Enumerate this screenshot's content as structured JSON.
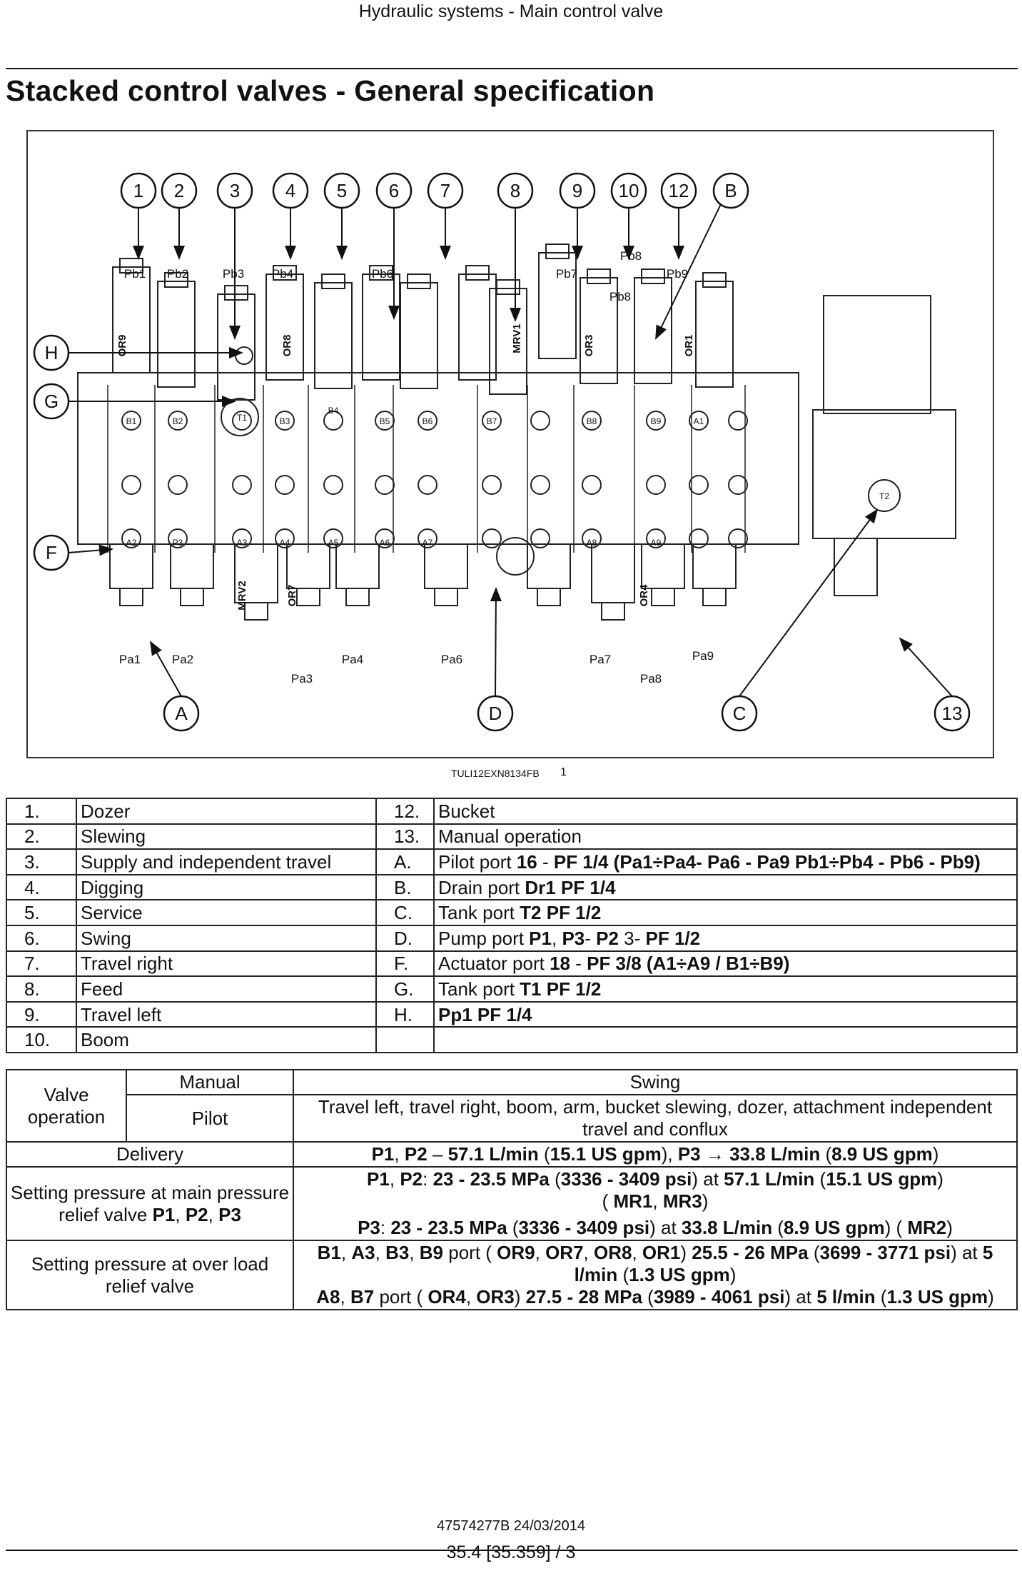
{
  "header": {
    "section": "Hydraulic systems - Main control valve"
  },
  "title": "Stacked control valves - General specification",
  "figure": {
    "ref_code": "TULI12EXN8134FB",
    "number": "1",
    "callouts_top": [
      "1",
      "2",
      "3",
      "4",
      "5",
      "6",
      "7",
      "8",
      "9",
      "10",
      "12",
      "B"
    ],
    "callouts_left": [
      "H",
      "G",
      "F"
    ],
    "callouts_bottom": [
      "A",
      "D",
      "C",
      "13"
    ],
    "port_labels_top": [
      "Pb1",
      "Pb2",
      "Pb3",
      "Pb4",
      "Pb6",
      "Pb7",
      "Pb8",
      "Pb8",
      "Pb9"
    ],
    "port_labels_bottom": [
      "Pa1",
      "Pa2",
      "Pa3",
      "Pa4",
      "Pa6",
      "Pa7",
      "Pa8",
      "Pa9"
    ],
    "valve_marks": [
      "OR9",
      "OR8",
      "OR3",
      "OR1",
      "OR7",
      "OR4",
      "MRV2",
      "MRV1"
    ],
    "port_marks": [
      "B1",
      "B2",
      "T1",
      "B3",
      "B4",
      "B5",
      "B6",
      "B7",
      "B8",
      "B9",
      "A1",
      "A2",
      "P3",
      "A3",
      "A4",
      "A5",
      "A6",
      "A7",
      "A8",
      "A9",
      "T2"
    ]
  },
  "legend": {
    "rows": [
      {
        "n1": "1.",
        "l1": "Dozer",
        "n2": "12.",
        "l2": "Bucket"
      },
      {
        "n1": "2.",
        "l1": "Slewing",
        "n2": "13.",
        "l2": "Manual operation"
      },
      {
        "n1": "3.",
        "l1": "Supply and independent travel",
        "n2": "A.",
        "l2_pre": "Pilot port ",
        "l2_b1": "16",
        "l2_mid": " - ",
        "l2_b2": "PF 1/4 (Pa1÷Pa4- Pa6 - Pa9 Pb1÷Pb4 - Pb6 - Pb9)"
      },
      {
        "n1": "4.",
        "l1": "Digging",
        "n2": "B.",
        "l2_pre": "Drain port ",
        "l2_b1": "Dr1 PF 1/4"
      },
      {
        "n1": "5.",
        "l1": "Service",
        "n2": "C.",
        "l2_pre": "Tank port ",
        "l2_b1": "T2 PF 1/2"
      },
      {
        "n1": "6.",
        "l1": "Swing",
        "n2": "D.",
        "l2_pre": "Pump port ",
        "l2_b1": "P1",
        "l2_mid": ", ",
        "l2_b2": "P3",
        "l2_mid2": "- ",
        "l2_b3": "P2",
        "l2_post": " 3- ",
        "l2_b4": "PF 1/2"
      },
      {
        "n1": "7.",
        "l1": "Travel right",
        "n2": "F.",
        "l2_pre": "Actuator port ",
        "l2_b1": "18",
        "l2_mid": " - ",
        "l2_b2": "PF 3/8 (A1÷A9 / B1÷B9)"
      },
      {
        "n1": "8.",
        "l1": "Feed",
        "n2": "G.",
        "l2_pre": "Tank port ",
        "l2_b1": "T1 PF 1/2"
      },
      {
        "n1": "9.",
        "l1": "Travel left",
        "n2": "H.",
        "l2_b1": "Pp1 PF 1/4"
      },
      {
        "n1": "10.",
        "l1": "Boom",
        "n2": "",
        "l2": ""
      }
    ]
  },
  "spec": {
    "valve_operation": "Valve operation",
    "manual": "Manual",
    "manual_value": "Swing",
    "pilot": "Pilot",
    "pilot_value": "Travel left, travel right, boom, arm, bucket slewing, dozer, attachment independent travel and conflux",
    "delivery": "Delivery",
    "delivery_value": {
      "b1": "P1",
      "t1": ", ",
      "b2": "P2",
      "t2": " – ",
      "b3": "57.1 L/min",
      "t3": " (",
      "b4": "15.1 US gpm",
      "t4": "), ",
      "b5": "P3",
      "t5": " → ",
      "b6": "33.8 L/min",
      "t6": " (",
      "b7": "8.9 US gpm",
      "t7": ")"
    },
    "main_relief_label": "Setting pressure at main pressure relief valve ",
    "main_relief_label_b": "P1",
    "main_relief_label_t": ", ",
    "main_relief_label_b2": "P2",
    "main_relief_label_t2": ", ",
    "main_relief_label_b3": "P3",
    "main_relief_1": {
      "b1": "P1",
      "t1": ", ",
      "b2": "P2",
      "t2": ": ",
      "b3": "23 - 23.5 MPa",
      "t3": " (",
      "b4": "3336 - 3409 psi",
      "t4": ") at ",
      "b5": "57.1 L/min",
      "t5": " (",
      "b6": "15.1 US gpm",
      "t6": ")",
      "t7": "( ",
      "b7": "MR1",
      "t8": ", ",
      "b8": "MR3",
      "t9": ")"
    },
    "main_relief_2": {
      "b1": "P3",
      "t1": ": ",
      "b2": "23 - 23.5 MPa",
      "t2": " (",
      "b3": "3336 - 3409 psi",
      "t3": ") at ",
      "b4": "33.8 L/min",
      "t4": " (",
      "b5": "8.9 US gpm",
      "t5": ") ( ",
      "b6": "MR2",
      "t6": ")"
    },
    "overload_label": "Setting pressure at over load relief valve",
    "overload_1": {
      "b1": "B1",
      "t1": ", ",
      "b2": "A3",
      "t2": ", ",
      "b3": "B3",
      "t3": ", ",
      "b4": "B9",
      "t4": " port ( ",
      "b5": "OR9",
      "t5": ", ",
      "b6": "OR7",
      "t6": ", ",
      "b7": "OR8",
      "t7": ", ",
      "b8": "OR1",
      "t8": ") ",
      "b9": "25.5 - 26 MPa",
      "t9": " (",
      "b10": "3699 - 3771 psi",
      "t10": ") at ",
      "b11": "5 l/min",
      "t11": " (",
      "b12": "1.3 US gpm",
      "t12": ")"
    },
    "overload_2": {
      "b1": "A8",
      "t1": ", ",
      "b2": "B7",
      "t2": " port ( ",
      "b3": "OR4",
      "t3": ", ",
      "b4": "OR3",
      "t4": ") ",
      "b5": "27.5 - 28 MPa",
      "t5": " (",
      "b6": "3989 - 4061 psi",
      "t6": ") at ",
      "b7": "5 l/min",
      "t7": " (",
      "b8": "1.3 US gpm",
      "t8": ")"
    }
  },
  "footer": {
    "doc": "47574277B 24/03/2014",
    "page": "35.4 [35.359] / 3"
  }
}
